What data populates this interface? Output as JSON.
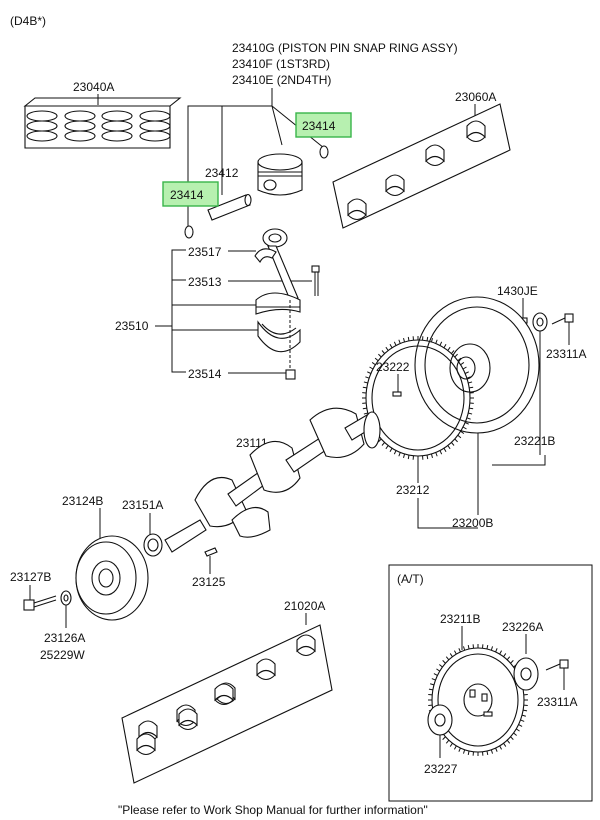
{
  "header": {
    "variant": "(D4B*)"
  },
  "parts": {
    "p23410g": "23410G (PISTON PIN SNAP RING ASSY)",
    "p23410f": "23410F (1ST3RD)",
    "p23410e": "23410E (2ND4TH)",
    "p23040a": "23040A",
    "p23414_top": "23414",
    "p23414_left": "23414",
    "p23412": "23412",
    "p23060a": "23060A",
    "p23517": "23517",
    "p23513": "23513",
    "p23510": "23510",
    "p23514": "23514",
    "p1430je": "1430JE",
    "p23311a": "23311A",
    "p23222": "23222",
    "p23111": "23111",
    "p23221b": "23221B",
    "p23212": "23212",
    "p23200b": "23200B",
    "p23124b": "23124B",
    "p23151a": "23151A",
    "p23127b": "23127B",
    "p23125": "23125",
    "p23126a": "23126A",
    "p25229w": "25229W",
    "p21020a": "21020A",
    "at_label": "(A/T)",
    "p23211b": "23211B",
    "p23226a": "23226A",
    "p23311a_at": "23311A",
    "p23227": "23227"
  },
  "footer": {
    "note": "\"Please refer to Work Shop Manual for further information\""
  },
  "highlight_color": "#b7f0b0"
}
